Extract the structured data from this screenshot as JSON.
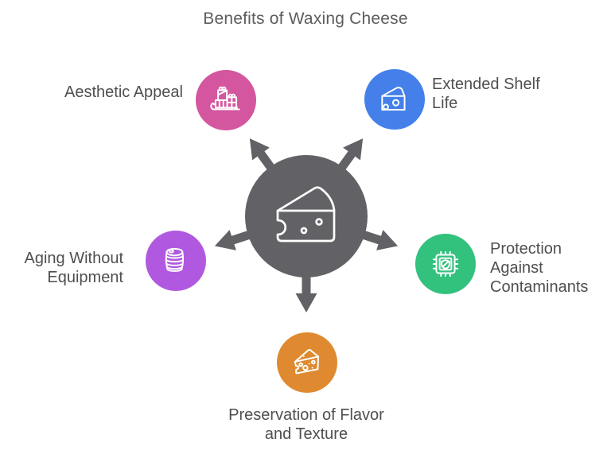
{
  "title": "Benefits of Waxing Cheese",
  "canvas": {
    "background": "#ffffff",
    "title_color": "#5d5d5f",
    "label_color": "#4f4f52"
  },
  "center": {
    "icon": "cheese-wedge-icon",
    "color": "#626266",
    "arrow_color": "#626266",
    "arrow_count": 5
  },
  "nodes": [
    {
      "id": "aesthetic-appeal",
      "label": "Aesthetic Appeal",
      "color": "#d4569e",
      "icon": "gift-sled-icon",
      "position": "top-left"
    },
    {
      "id": "extended-shelf-life",
      "label": "Extended Shelf Life",
      "color": "#4580ea",
      "icon": "cheese-block-icon",
      "position": "top-right"
    },
    {
      "id": "aging-without-equipment",
      "label": "Aging Without Equipment",
      "color": "#b158e0",
      "icon": "barrel-icon",
      "position": "left"
    },
    {
      "id": "protection-against-contaminants",
      "label": "Protection Against Contaminants",
      "color": "#33c17e",
      "icon": "chip-shield-icon",
      "position": "right"
    },
    {
      "id": "preservation-flavor-texture",
      "label": "Preservation of Flavor and Texture",
      "color": "#df8a30",
      "icon": "cheese-slice-icon",
      "position": "bottom"
    }
  ]
}
